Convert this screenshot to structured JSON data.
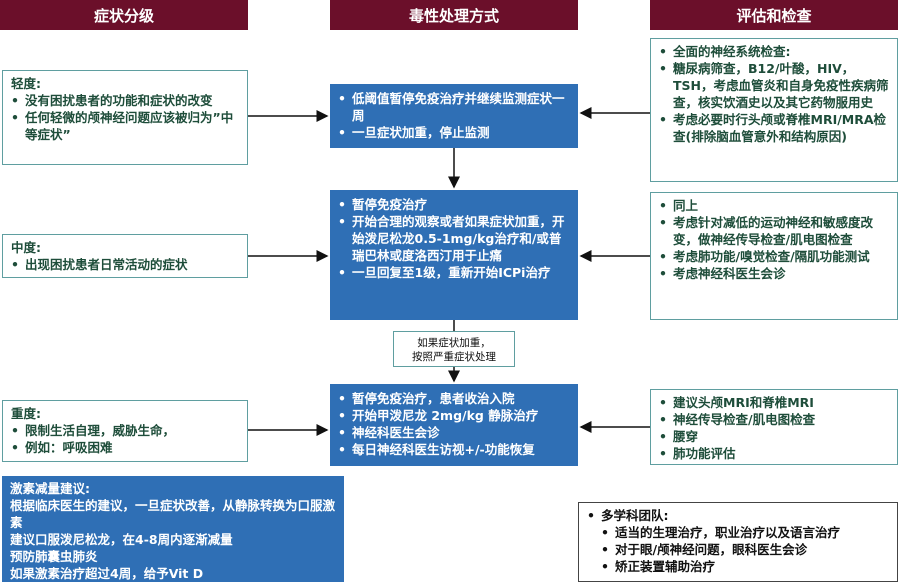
{
  "headers": {
    "left": "症状分级",
    "middle": "毒性处理方式",
    "right": "评估和检查"
  },
  "grades": {
    "mild": {
      "title": "轻度:",
      "items": [
        "没有困扰患者的功能和症状的改变",
        "任何轻微的颅神经问题应该被归为”中等症状”"
      ]
    },
    "moderate": {
      "title": "中度:",
      "items": [
        "出现困扰患者日常活动的症状"
      ]
    },
    "severe": {
      "title": "重度:",
      "items": [
        "限制生活自理，威胁生命，",
        "例如：呼吸困难"
      ]
    }
  },
  "management": {
    "mild": [
      "低阈值暂停免疫治疗并继续监测症状一周",
      "一旦症状加重，停止监测"
    ],
    "moderate": [
      "暂停免疫治疗",
      "开始合理的观察或者如果症状加重，开始泼尼松龙0.5-1mg/kg治疗和/或普瑞巴林或度洛西汀用于止痛",
      "一旦回复至1级，重新开始ICPi治疗"
    ],
    "escalation_note": [
      "如果症状加重，",
      "按照严重症状处理"
    ],
    "severe": [
      "暂停免疫治疗，患者收治入院",
      "开始甲泼尼龙 2mg/kg 静脉治疗",
      "神经科医生会诊",
      "每日神经科医生访视+/-功能恢复"
    ]
  },
  "assessment": {
    "mild": [
      "全面的神经系统检查:",
      "糖尿病筛查，B12/叶酸，HIV，TSH，考虑血管炎和自身免疫性疾病筛查，核实饮酒史以及其它药物服用史",
      "考虑必要时行头颅或脊椎MRI/MRA检查(排除脑血管意外和结构原因)"
    ],
    "moderate": [
      "同上",
      "考虑针对减低的运动神经和敏感度改变，做神经传导检查/肌电图检查",
      "考虑肺功能/嗅觉检查/隔肌功能测试",
      "考虑神经科医生会诊"
    ],
    "severe": [
      "建议头颅MRI和脊椎MRI",
      "神经传导检查/肌电图检查",
      "腰穿",
      "肺功能评估"
    ]
  },
  "steroid_taper": {
    "lines": [
      "激素减量建议:",
      "根据临床医生的建议，一旦症状改善，从静脉转换为口服激素",
      "建议口服泼尼松龙，在4-8周内逐渐减量",
      "预防肺囊虫肺炎",
      "如果激素治疗超过4周，给予Vit D"
    ]
  },
  "mdt": {
    "title": "多学科团队:",
    "items": [
      "适当的生理治疗，职业治疗以及语言治疗",
      "对于眼/颅神经问题，眼科医生会诊",
      "矫正装置辅助治疗"
    ]
  },
  "colors": {
    "header_bg": "#6b0f2a",
    "mgmt_bg": "#2f6fb5",
    "border_teal": "#5f9ea0",
    "text_green": "#1e4d3a"
  }
}
